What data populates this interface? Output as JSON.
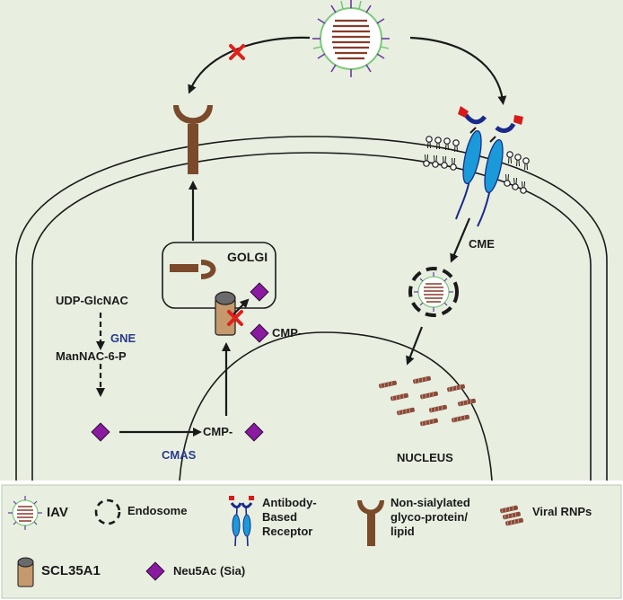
{
  "colors": {
    "background": "#e8efe1",
    "legend_background": "#e8efe1",
    "membrane": "#1a1a1a",
    "receptor_brown": "#7a4a2a",
    "neu5ac_purple": "#8a1aa0",
    "antibody_blue": "#1a9ad8",
    "antibody_navy": "#1a2a8a",
    "antibody_red": "#d81a1a",
    "block_red": "#e0201a",
    "enzyme_blue": "#2a3a8a",
    "rnp_brown": "#8a4a3a"
  },
  "labels": {
    "golgi": "GOLGI",
    "udp_glcnac": "UDP-GlcNAC",
    "gne": "GNE",
    "mannac": "ManNAC-6-P",
    "cmp_golgi": "CMP-",
    "cmp_nucleus": "CMP-",
    "cmas": "CMAS",
    "nucleus": "NUCLEUS",
    "cme": "CME"
  },
  "legend": {
    "iav": "IAV",
    "endosome": "Endosome",
    "antibody_l1": "Antibody-",
    "antibody_l2": "Based",
    "antibody_l3": "Receptor",
    "nonsia_l1": "Non-sialylated",
    "nonsia_l2": "glyco-protein/",
    "nonsia_l3": "lipid",
    "rnps": "Viral RNPs",
    "scl": "SCL35A1",
    "neu5ac": "Neu5Ac (Sia)"
  },
  "icons": [
    "virus-icon",
    "block-x-icon",
    "y-receptor-icon",
    "antibody-receptor-icon",
    "endosome-icon",
    "transporter-icon",
    "diamond-icon",
    "rnp-icon"
  ]
}
